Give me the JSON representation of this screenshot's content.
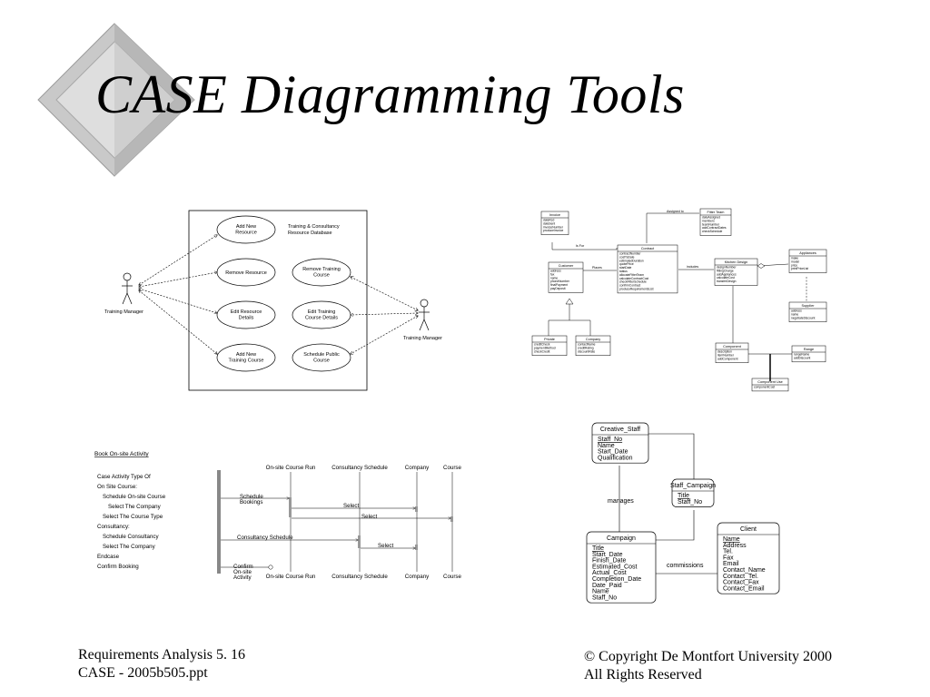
{
  "slide": {
    "title": "CASE Diagramming Tools",
    "footer_left": [
      "Requirements Analysis  5. 16",
      "CASE -  2005b505.ppt"
    ],
    "footer_right": [
      "© Copyright De Montfort University 2000",
      "All Rights Reserved"
    ]
  },
  "use_case": {
    "system_name": [
      "Training & Consultancy",
      "Resource Database"
    ],
    "actor_left": "Training Manager",
    "actor_right": "Training Manager",
    "cases": [
      [
        "Add New",
        "Resource"
      ],
      [
        "Remove Resource"
      ],
      [
        "Remove Training",
        "Course"
      ],
      [
        "Edit Resource",
        "Details"
      ],
      [
        "Edit Training",
        "Course Details"
      ],
      [
        "Add New",
        "Training Course"
      ],
      [
        "Schedule Public",
        "Course"
      ]
    ]
  },
  "class_diagram": {
    "classes": [
      {
        "name": "Invoice",
        "attrs": [
          "dateRcd",
          "dateSent",
          "invoiceNumber",
          "produceInvoice"
        ]
      },
      {
        "name": "Fitter Team",
        "attrs": [
          "dateAssigned",
          "members",
          "teamNumber",
          "addContractDates",
          "checkSchedule"
        ]
      },
      {
        "name": "Contract",
        "attrs": [
          "contractNumber",
          "costToDate",
          "estimatedDuration",
          "quotePrice",
          "startDate",
          "status",
          "allocateFitterTeam",
          "calculateContractCost",
          "checkFitterSchedule",
          "confirmContract",
          "produceRequirementsList"
        ]
      },
      {
        "name": "Customer",
        "attrs": [
          "address",
          "fax",
          "name",
          "phoneNumber",
          "finalPayment",
          "payDeposit"
        ]
      },
      {
        "name": "Kitchen Design",
        "attrs": [
          "designNumber",
          "fittingCharge",
          "addAppliances",
          "calculateCost",
          "transferDesign"
        ]
      },
      {
        "name": "Appliances",
        "attrs": [
          "make",
          "model",
          "price",
          "printPriceList"
        ]
      },
      {
        "name": "Supplier",
        "attrs": [
          "address",
          "name",
          "negotiateDiscount"
        ]
      },
      {
        "name": "Private",
        "attrs": [
          "creditCheck",
          "paymentMethod",
          "checkCredit"
        ]
      },
      {
        "name": "Company",
        "attrs": [
          "contactName",
          "creditRating",
          "discountRate"
        ]
      },
      {
        "name": "Component",
        "attrs": [
          "description",
          "itemNumber",
          "addComponent"
        ]
      },
      {
        "name": "Range",
        "attrs": [
          "rangeName",
          "addDiscount"
        ]
      },
      {
        "name": "Component Use",
        "attrs": [
          "componentCost"
        ]
      }
    ],
    "assoc_labels": [
      "Assigned to",
      "Is For",
      "Places",
      "includes"
    ]
  },
  "sequence": {
    "heading": "Book On-site Activity",
    "script": [
      "Case Activity Type Of",
      "On Site Course:",
      "Schedule On-site Course",
      "Select The Company",
      "Select The Course Type",
      "Consultancy:",
      "Schedule Consultancy",
      "Select The Company",
      "Endcase",
      "Confirm Booking"
    ],
    "objects": [
      "On-site Course Run",
      "Consultancy Schedule",
      "Company",
      "Course"
    ],
    "messages": [
      "Schedule",
      "Bookings",
      "Select",
      "Select",
      "Consultancy Schedule",
      "Select",
      "Confirm",
      "On-site",
      "Activity"
    ]
  },
  "erd": {
    "entities": [
      {
        "name": "Creative_Staff",
        "attrs": [
          "Staff_No",
          "Name",
          "Start_Date",
          "Qualification"
        ]
      },
      {
        "name": "Staff_Campaign",
        "attrs": [
          "Title",
          "Staff_No"
        ]
      },
      {
        "name": "Campaign",
        "attrs": [
          "Title",
          "Start_Date",
          "Finish_Date",
          "Estimated_Cost",
          "Actual_Cost",
          "Completion_Date",
          "Date_Paid",
          "Name",
          "Staff_No"
        ]
      },
      {
        "name": "Client",
        "attrs": [
          "Name",
          "Address",
          "Tel.",
          "Fax",
          "Email",
          "Contact_Name",
          "Contact_Tel.",
          "Contact_Fax",
          "Contact_Email"
        ]
      }
    ],
    "relationships": [
      "manages",
      "commissions"
    ]
  }
}
